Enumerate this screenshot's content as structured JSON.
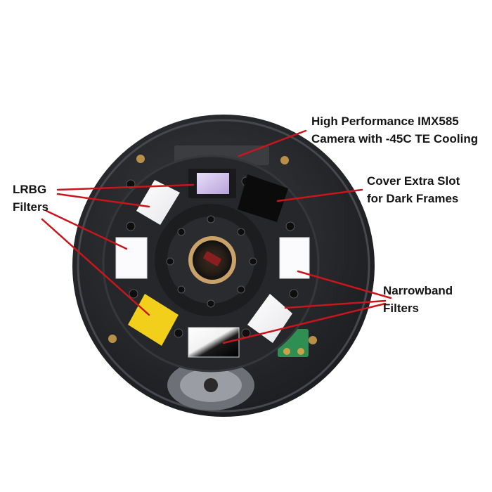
{
  "callouts": {
    "camera": {
      "line1": "High Performance IMX585",
      "line2": "Camera with -45C TE Cooling"
    },
    "cover": {
      "line1": "Cover Extra Slot",
      "line2": "for Dark Frames"
    },
    "lrbg": {
      "line1": "LRBG",
      "line2": "Filters"
    },
    "narrowband": {
      "line1": "Narrowband",
      "line2": "Filters"
    }
  },
  "colors": {
    "background": "#ffffff",
    "housing": "#2b2d31",
    "filter_wheel": "#26272a",
    "leader_lines": "#c8161d",
    "yellow_filter": "#f2cf1b",
    "sensor": "#d9c9ef",
    "pcb_green": "#2f8f52"
  }
}
